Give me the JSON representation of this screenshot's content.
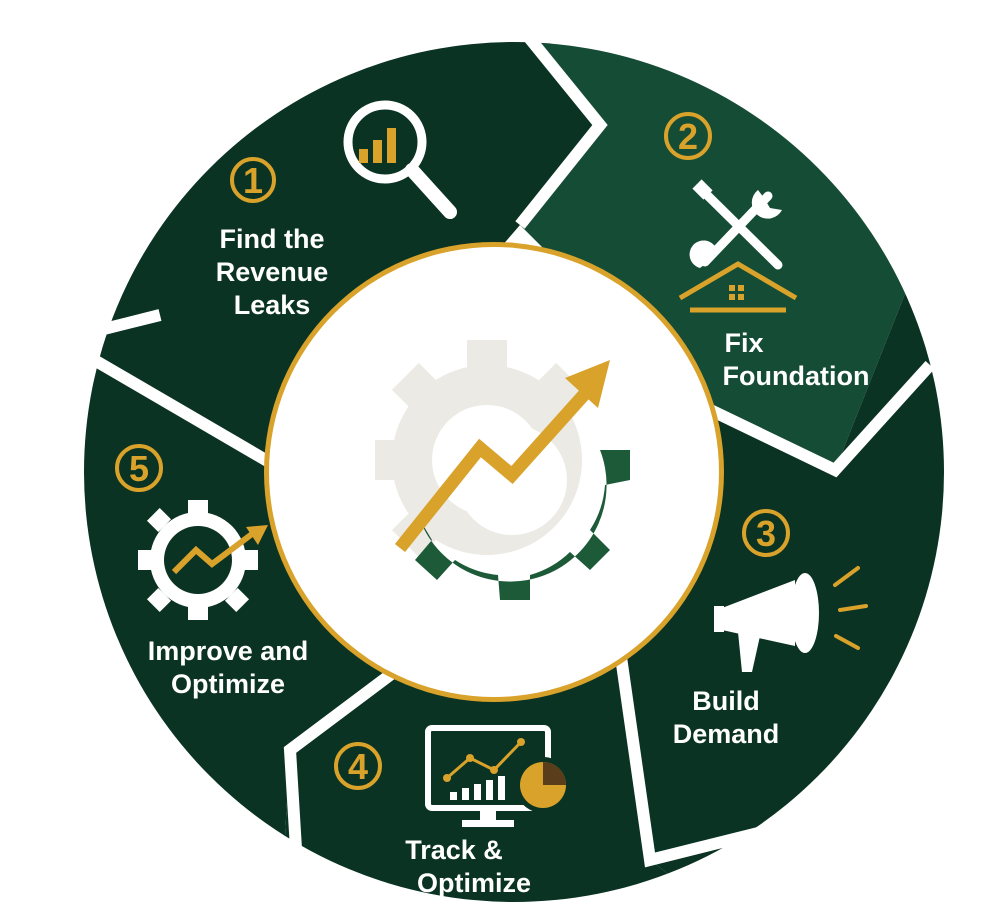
{
  "diagram": {
    "title": "",
    "colors": {
      "dark_green": "#0b3323",
      "light_green": "#154c35",
      "gold": "#d9a22b",
      "gear_gray": "#eceae5",
      "gear_green": "#1c5a38",
      "text": "#ffffff"
    },
    "steps": [
      {
        "number": "1",
        "lines": [
          "Find the",
          "Revenue",
          "Leaks"
        ],
        "icon": "magnifier-chart-icon"
      },
      {
        "number": "2",
        "lines": [
          "Fix",
          "Foundation"
        ],
        "icon": "tools-house-icon"
      },
      {
        "number": "3",
        "lines": [
          "Build",
          "Demand"
        ],
        "icon": "megaphone-icon"
      },
      {
        "number": "4",
        "lines": [
          "Track &",
          "Optimize"
        ],
        "icon": "monitor-analytics-icon"
      },
      {
        "number": "5",
        "lines": [
          "Improve and",
          "Optimize"
        ],
        "icon": "gear-growth-icon"
      }
    ],
    "center_icon": "gear-growth-arrow-icon"
  }
}
